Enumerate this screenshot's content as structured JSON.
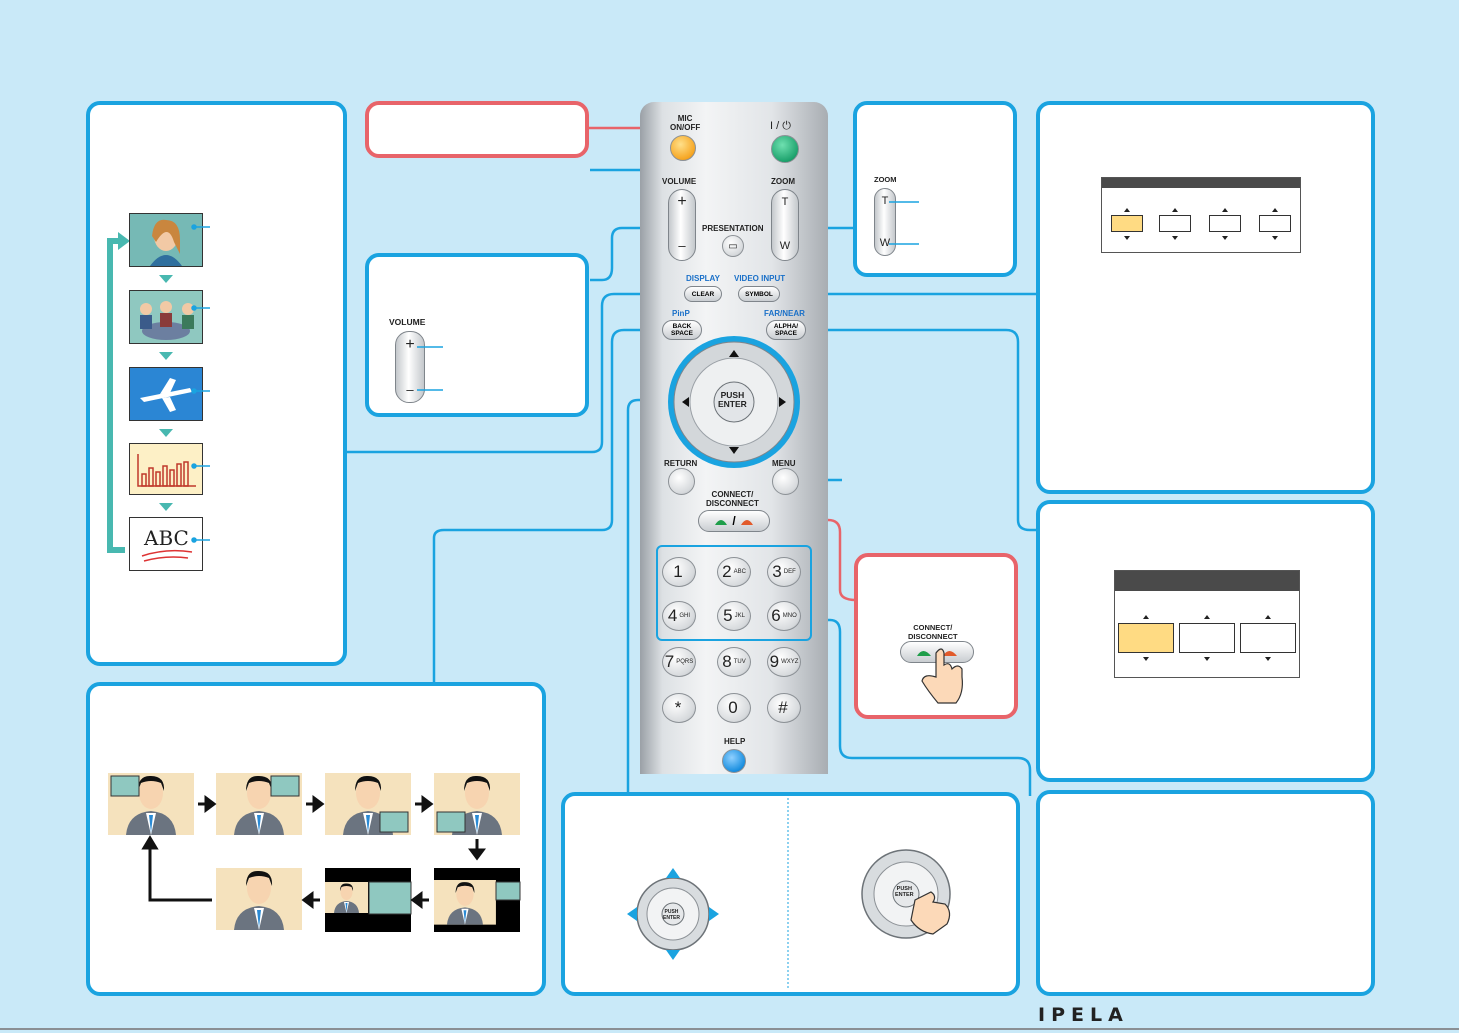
{
  "remote": {
    "mic_label": "MIC\nON/OFF",
    "power_label": "I / ⏻",
    "volume_label": "VOLUME",
    "zoom_label": "ZOOM",
    "presentation_label": "PRESENTATION",
    "plus": "+",
    "minus": "–",
    "t": "T",
    "w": "W",
    "display_label": "DISPLAY",
    "clear_label": "CLEAR",
    "video_input_label": "VIDEO INPUT",
    "symbol_label": "SYMBOL",
    "pinp_label": "PinP",
    "back_space_label": "BACK\nSPACE",
    "far_near_label": "FAR/NEAR",
    "alpha_space_label": "ALPHA/\nSPACE",
    "push_enter_label": "PUSH\nENTER",
    "return_label": "RETURN",
    "menu_label": "MENU",
    "connect_label": "CONNECT/\nDISCONNECT",
    "slash": "/",
    "help_label": "HELP",
    "keys": [
      {
        "main": "1",
        "sub": ""
      },
      {
        "main": "2",
        "sub": "ABC"
      },
      {
        "main": "3",
        "sub": "DEF"
      },
      {
        "main": "4",
        "sub": "GHI"
      },
      {
        "main": "5",
        "sub": "JKL"
      },
      {
        "main": "6",
        "sub": "MNO"
      },
      {
        "main": "7",
        "sub": "PQRS"
      },
      {
        "main": "8",
        "sub": "TUV"
      },
      {
        "main": "9",
        "sub": "WXYZ"
      },
      {
        "main": "*",
        "sub": ""
      },
      {
        "main": "0",
        "sub": ""
      },
      {
        "main": "#",
        "sub": ""
      }
    ]
  },
  "volume_panel": {
    "label": "VOLUME",
    "plus": "+",
    "minus": "–"
  },
  "zoom_panel": {
    "label": "ZOOM",
    "t": "T",
    "w": "W"
  },
  "connect_panel": {
    "label": "CONNECT/\nDISCONNECT",
    "slash": "/"
  },
  "display_panel": {
    "abc": "ABC"
  },
  "navigation_panel": {
    "push_enter": "PUSH\nENTER"
  },
  "brand": "IPELA",
  "colors": {
    "panel_border": "#1aa3e0",
    "accent_red": "#e8646a",
    "background": "#c9e9f8",
    "mic_button": "#f6a623",
    "power_button": "#1ea36e",
    "help_button": "#1a8fe0",
    "highlight_cell": "#ffdb83"
  }
}
